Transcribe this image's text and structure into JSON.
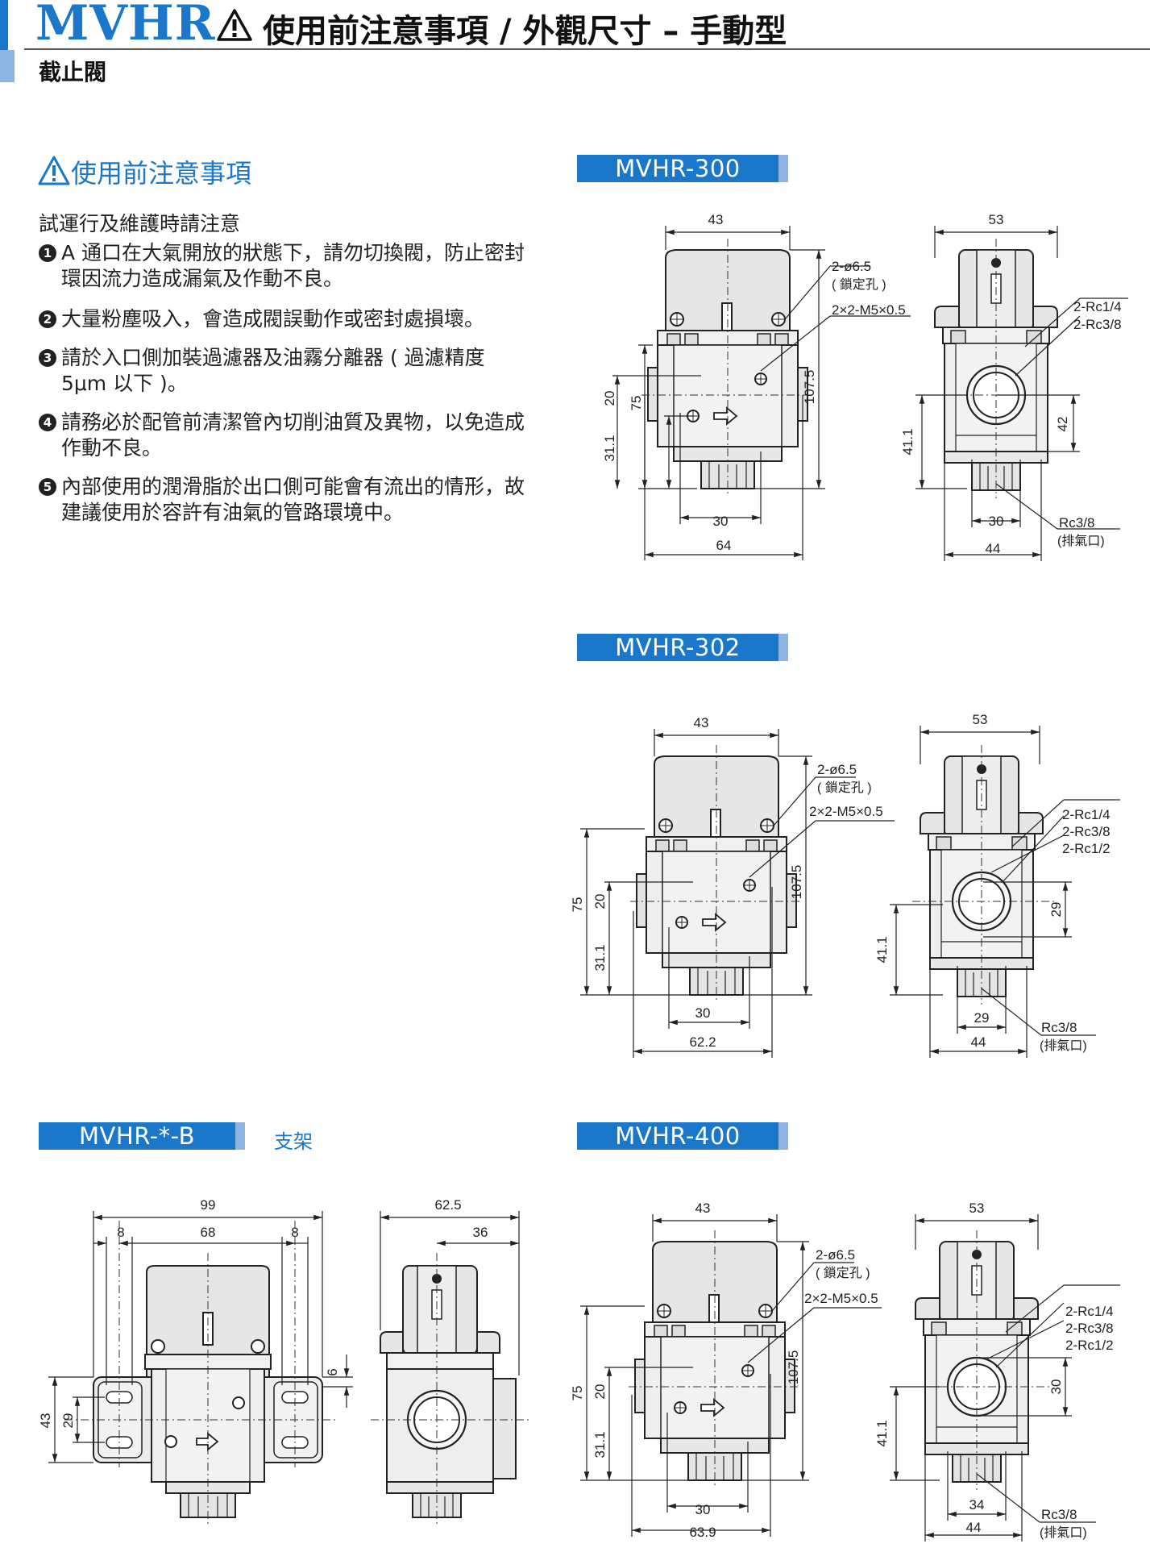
{
  "header": {
    "series": "MVHR",
    "title": "使用前注意事項 / 外觀尺寸 – 手動型",
    "subtitle": "截止閥"
  },
  "notes": {
    "title": "使用前注意事項",
    "subtitle": "試運行及維護時請注意",
    "items": [
      {
        "num": "1",
        "text": "A 通口在大氣開放的狀態下，請勿切換閥，防止密封環因流力造成漏氣及作動不良。"
      },
      {
        "num": "2",
        "text": "大量粉塵吸入，會造成閥誤動作或密封處損壞。"
      },
      {
        "num": "3",
        "text": "請於入口側加裝過濾器及油霧分離器 ( 過濾精度 5μm 以下 )。"
      },
      {
        "num": "4",
        "text": "請務必於配管前清潔管內切削油質及異物，以免造成作動不良。"
      },
      {
        "num": "5",
        "text": "內部使用的潤滑脂於出口側可能會有流出的情形，故建議使用於容許有油氣的管路環境中。"
      }
    ]
  },
  "models": {
    "m300": {
      "name": "MVHR-300",
      "front": {
        "top": "43",
        "hole": "2-ø6.5",
        "hole_note": "( 鎖定孔 )",
        "screw": "2×2-M5×0.5",
        "h_total": "107.5",
        "h_75": "75",
        "h_20": "20",
        "h_311": "31.1",
        "w_30": "30",
        "w_64": "64"
      },
      "side": {
        "top": "53",
        "port1": "2-Rc1/4",
        "port2": "2-Rc3/8",
        "h_42": "42",
        "h_411": "41.1",
        "w_30": "30",
        "w_44": "44",
        "exhaust": "Rc3/8",
        "exhaust_note": "(排氣口)"
      }
    },
    "m302": {
      "name": "MVHR-302",
      "front": {
        "top": "43",
        "hole": "2-ø6.5",
        "hole_note": "( 鎖定孔 )",
        "screw": "2×2-M5×0.5",
        "h_total": "107.5",
        "h_75": "75",
        "h_20": "20",
        "h_311": "31.1",
        "w_30": "30",
        "w_622": "62.2"
      },
      "side": {
        "top": "53",
        "port1": "2-Rc1/4",
        "port2": "2-Rc3/8",
        "port3": "2-Rc1/2",
        "h_29": "29",
        "h_411": "41.1",
        "w_29": "29",
        "w_44": "44",
        "exhaust": "Rc3/8",
        "exhaust_note": "(排氣口)"
      }
    },
    "bracket": {
      "name": "MVHR-*-B",
      "label": "支架",
      "front": {
        "w_99": "99",
        "w_8a": "8",
        "w_68": "68",
        "w_8b": "8",
        "h_6": "6",
        "h_43": "43",
        "h_29": "29"
      },
      "side": {
        "w_625": "62.5",
        "w_36": "36"
      }
    },
    "m400": {
      "name": "MVHR-400",
      "front": {
        "top": "43",
        "hole": "2-ø6.5",
        "hole_note": "( 鎖定孔 )",
        "screw": "2×2-M5×0.5",
        "h_total": "107.5",
        "h_75": "75",
        "h_20": "20",
        "h_311": "31.1",
        "w_30": "30",
        "w_639": "63.9"
      },
      "side": {
        "top": "53",
        "port1": "2-Rc1/4",
        "port2": "2-Rc3/8",
        "port3": "2-Rc1/2",
        "h_30": "30",
        "h_411": "41.1",
        "w_34": "34",
        "w_44": "44",
        "exhaust": "Rc3/8",
        "exhaust_note": "(排氣口)"
      }
    }
  }
}
